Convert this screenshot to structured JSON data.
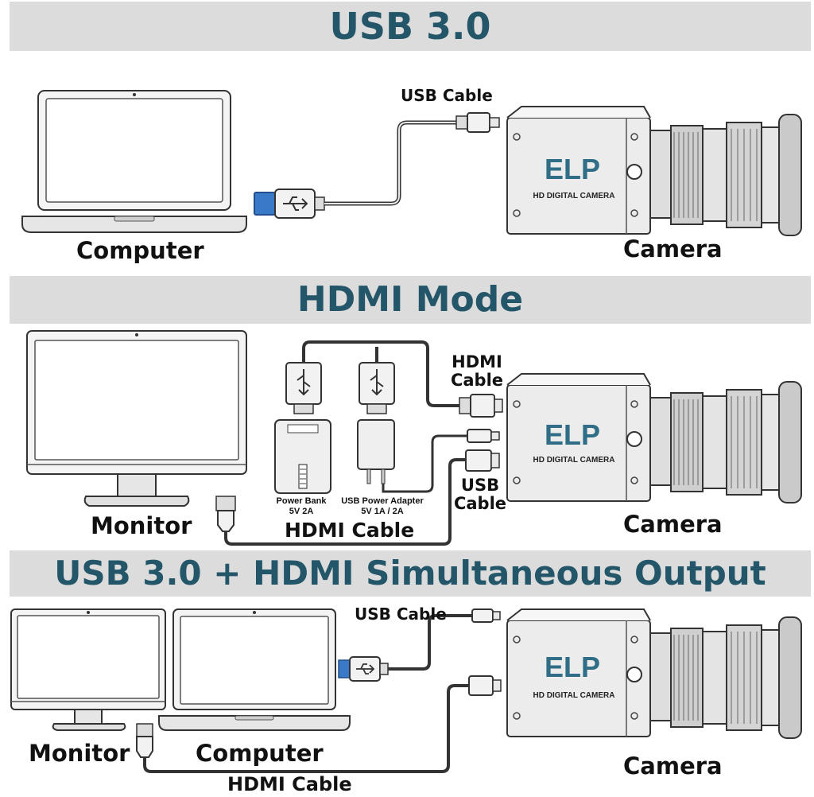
{
  "sections": {
    "usb": {
      "title": "USB 3.0",
      "computer_label": "Computer",
      "camera_label": "Camera",
      "cable_label": "USB Cable"
    },
    "hdmi": {
      "title": "HDMI Mode",
      "monitor_label": "Monitor",
      "camera_label": "Camera",
      "hdmi_cable_top": "HDMI",
      "hdmi_cable_bottom": "Cable",
      "usb_cable_top": "USB",
      "usb_cable_bottom": "Cable",
      "hdmi_cable_label": "HDMI Cable",
      "power_bank_line1": "Power Bank",
      "power_bank_line2": "5V 2A",
      "adapter_line1": "USB Power Adapter",
      "adapter_line2": "5V 1A / 2A"
    },
    "both": {
      "title": "USB 3.0 + HDMI Simultaneous Output",
      "monitor_label": "Monitor",
      "computer_label": "Computer",
      "camera_label": "Camera",
      "usb_cable_label": "USB Cable",
      "hdmi_cable_label": "HDMI Cable"
    }
  },
  "camera": {
    "brand": "ELP",
    "model_text": "HD DIGITAL CAMERA"
  },
  "colors": {
    "title": "#24566a",
    "banner": "#dcdcdc",
    "brand": "#2f6e86",
    "usb_blue": "#3a78c8"
  }
}
